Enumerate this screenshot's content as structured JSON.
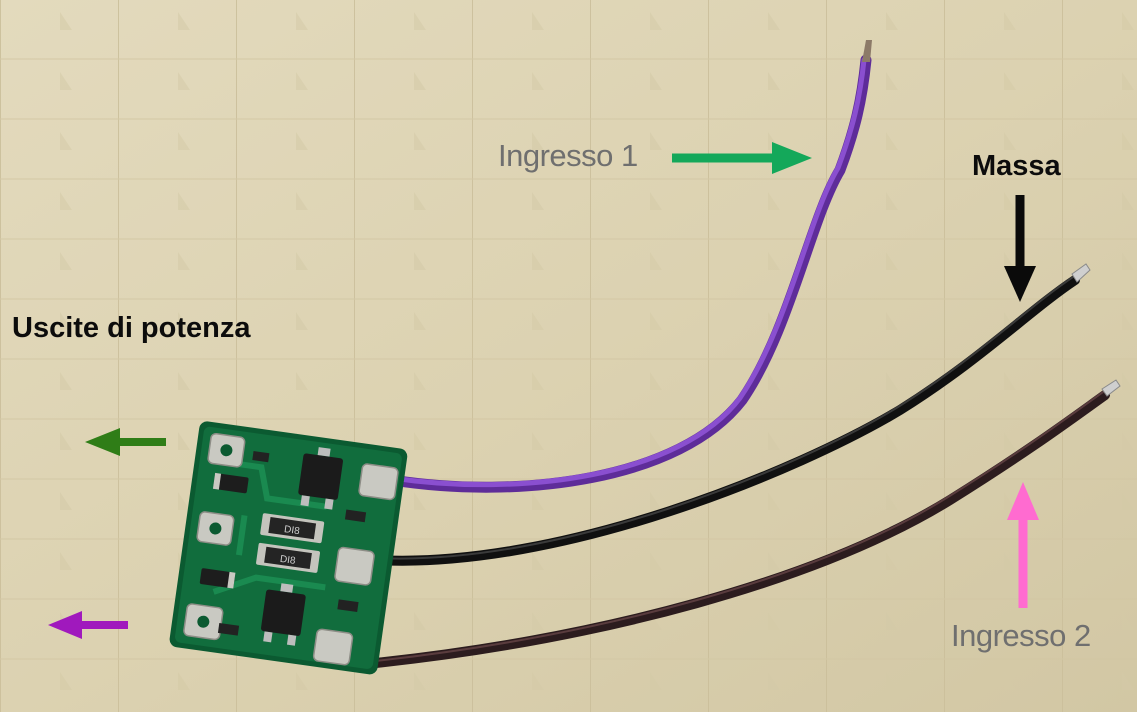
{
  "labels": {
    "input1": "Ingresso 1",
    "ground": "Massa",
    "power_outputs": "Uscite di potenza",
    "input2": "Ingresso 2"
  },
  "colors": {
    "input1_arrow": "#14a85a",
    "ground_arrow": "#0a0a0a",
    "output1_arrow": "#2f7d17",
    "output2_arrow": "#a019bd",
    "input2_arrow": "#ff6bd0",
    "wire_input1": "#7d3fc2",
    "wire_ground": "#141414",
    "wire_input2": "#3a2426",
    "pcb": "#0f6b3c",
    "background": "#dcd2b2"
  },
  "chip_markings": [
    "DI8",
    "DI8"
  ]
}
